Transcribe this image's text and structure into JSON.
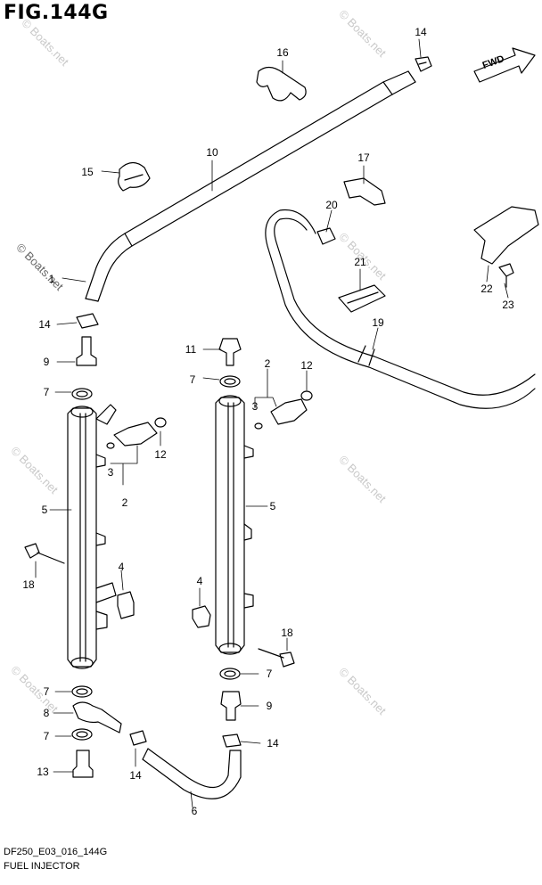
{
  "figure_title": "FIG.144G",
  "diagram_code": "DF250_E03_016_144G",
  "diagram_name": "FUEL INJECTOR",
  "direction_label": "FWD",
  "watermark": "© Boats.net",
  "callouts": {
    "c1": "1",
    "c2a": "2",
    "c2b": "2",
    "c3a": "3",
    "c3b": "3",
    "c4a": "4",
    "c4b": "4",
    "c5a": "5",
    "c5b": "5",
    "c6": "6",
    "c7a": "7",
    "c7b": "7",
    "c7c": "7",
    "c7d": "7",
    "c7e": "7",
    "c8": "8",
    "c9a": "9",
    "c9b": "9",
    "c10": "10",
    "c11": "11",
    "c12a": "12",
    "c12b": "12",
    "c13": "13",
    "c14a": "14",
    "c14b": "14",
    "c14c": "14",
    "c14d": "14",
    "c15": "15",
    "c16": "16",
    "c17": "17",
    "c18a": "18",
    "c18b": "18",
    "c19": "19",
    "c20": "20",
    "c21": "21",
    "c22": "22",
    "c23": "23"
  }
}
